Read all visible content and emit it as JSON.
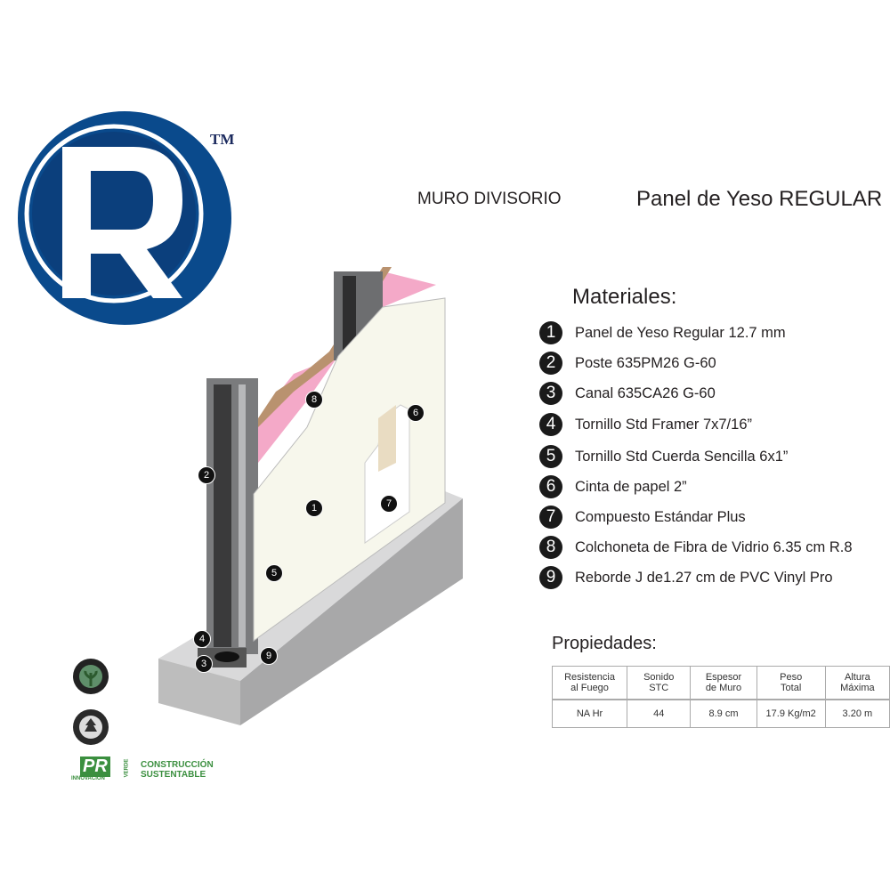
{
  "logo": {
    "letter": "R",
    "trademark": "TM",
    "color": "#0a4a8c"
  },
  "header": {
    "subtitle": "MURO DIVISORIO",
    "title": "Panel de Yeso REGULAR"
  },
  "materials": {
    "heading": "Materiales:",
    "items": [
      {
        "n": "1",
        "label": "Panel de Yeso Regular 12.7 mm"
      },
      {
        "n": "2",
        "label": "Poste 635PM26 G-60"
      },
      {
        "n": "3",
        "label": "Canal 635CA26 G-60"
      },
      {
        "n": "4",
        "label": "Tornillo Std Framer 7x7/16”"
      },
      {
        "n": "5",
        "label": "Tornillo Std Cuerda Sencilla 6x1”"
      },
      {
        "n": "6",
        "label": "Cinta de papel 2”"
      },
      {
        "n": "7",
        "label": "Compuesto Estándar Plus"
      },
      {
        "n": "8",
        "label": "Colchoneta de Fibra de Vidrio 6.35 cm R.8"
      },
      {
        "n": "9",
        "label": "Reborde J de1.27 cm de PVC Vinyl Pro"
      }
    ]
  },
  "properties": {
    "heading": "Propiedades:",
    "headers": [
      [
        "Resistencia",
        "al Fuego"
      ],
      [
        "Sonido",
        "STC"
      ],
      [
        "Espesor",
        "de Muro"
      ],
      [
        "Peso",
        "Total"
      ],
      [
        "Altura",
        "Máxima"
      ]
    ],
    "values": [
      "NA Hr",
      "44",
      "8.9 cm",
      "17.9 Kg/m2",
      "3.20 m"
    ]
  },
  "badges": {
    "pr": "PR",
    "pr_side": "VERDE",
    "pr_sub": "INNOVACIÓN",
    "line1": "CONSTRUCCIÓN",
    "line2": "SUSTENTABLE"
  }
}
